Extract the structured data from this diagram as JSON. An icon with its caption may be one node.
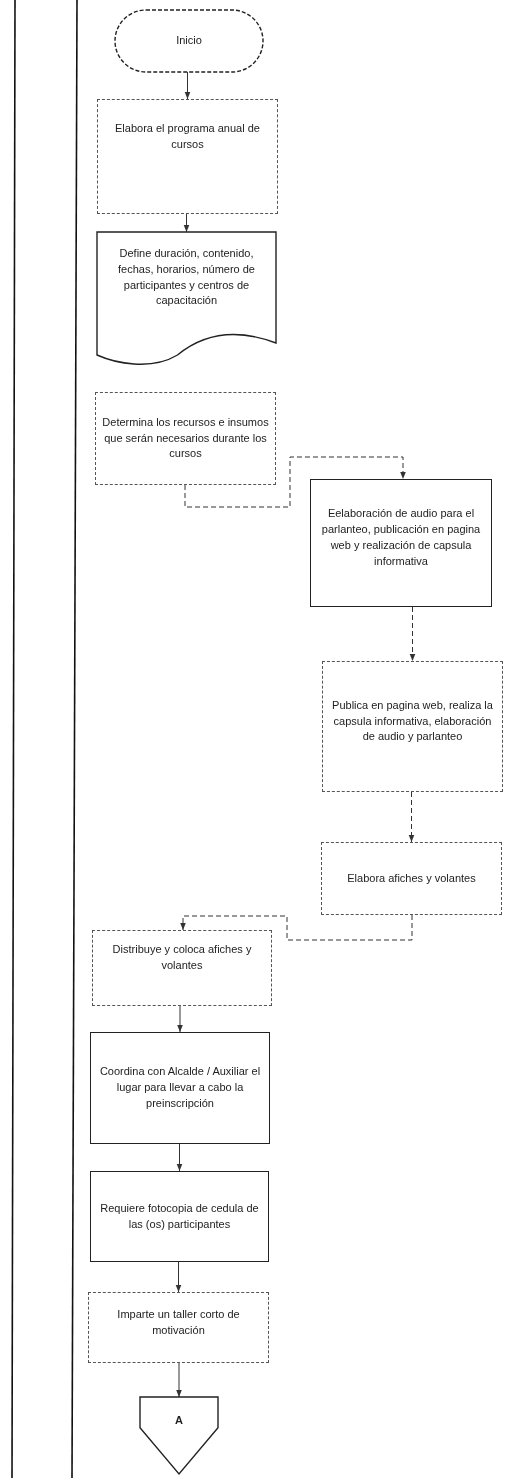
{
  "diagram": {
    "nodes": [
      {
        "text": [
          "Inicio"
        ]
      },
      {
        "text": [
          "Elabora el programa anual de cursos"
        ]
      },
      {
        "text": [
          "Define duración, contenido, fechas, horarios, número de participantes y centros de capacitación"
        ]
      },
      {
        "text": [
          "Determina los recursos e insumos que serán necesarios durante los cursos"
        ]
      },
      {
        "text": [
          "Eelaboración de audio para el parlanteo, publicación en pagina web y realización de capsula informativa"
        ]
      },
      {
        "text": [
          "Publica en pagina web, realiza la capsula informativa, elaboración de audio y parlanteo"
        ]
      },
      {
        "text": [
          "Elabora afiches y volantes"
        ]
      },
      {
        "text": [
          "Distribuye y coloca afiches y volantes"
        ]
      },
      {
        "text": [
          "Coordina con Alcalde / Auxiliar el lugar para llevar a cabo la preinscripción"
        ]
      },
      {
        "text": [
          "Requiere fotocopia de cedula de las (os) participantes"
        ]
      },
      {
        "text": [
          "Imparte un taller corto de motivación"
        ]
      },
      {
        "text": [
          "A"
        ]
      }
    ],
    "edges": [
      {
        "from": 0,
        "to": 1,
        "arrow": "to"
      },
      {
        "from": 1,
        "to": 2,
        "arrow": "to"
      },
      {
        "from": 3,
        "to": 4,
        "arrow": "to",
        "style": "dashed"
      },
      {
        "from": 4,
        "to": 5,
        "arrow": "to",
        "style": "dashed"
      },
      {
        "from": 5,
        "to": 6,
        "arrow": "to",
        "style": "dashed"
      },
      {
        "from": 6,
        "to": 7,
        "arrow": "to",
        "style": "dashed"
      },
      {
        "from": 7,
        "to": 8,
        "arrow": "to"
      },
      {
        "from": 8,
        "to": 9,
        "arrow": "to"
      },
      {
        "from": 9,
        "to": 10,
        "arrow": "to"
      },
      {
        "from": 10,
        "to": 11,
        "arrow": "to"
      }
    ]
  }
}
